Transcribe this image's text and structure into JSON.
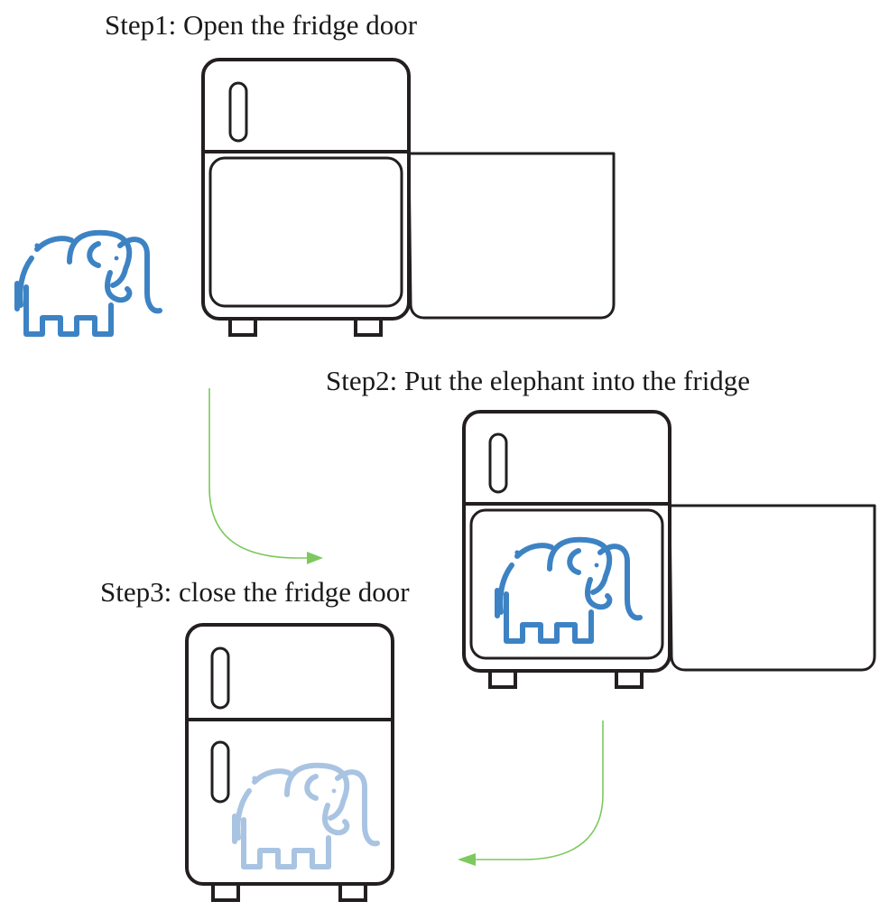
{
  "steps": [
    {
      "label": "Step1: Open the fridge door"
    },
    {
      "label": "Step2: Put the elephant into the fridge"
    },
    {
      "label": "Step3: close the fridge door"
    }
  ],
  "colors": {
    "outline": "#231f20",
    "elephant": "#3d83c4",
    "elephant_faded": "#a9c4e2",
    "arrow": "#7dc95e"
  }
}
